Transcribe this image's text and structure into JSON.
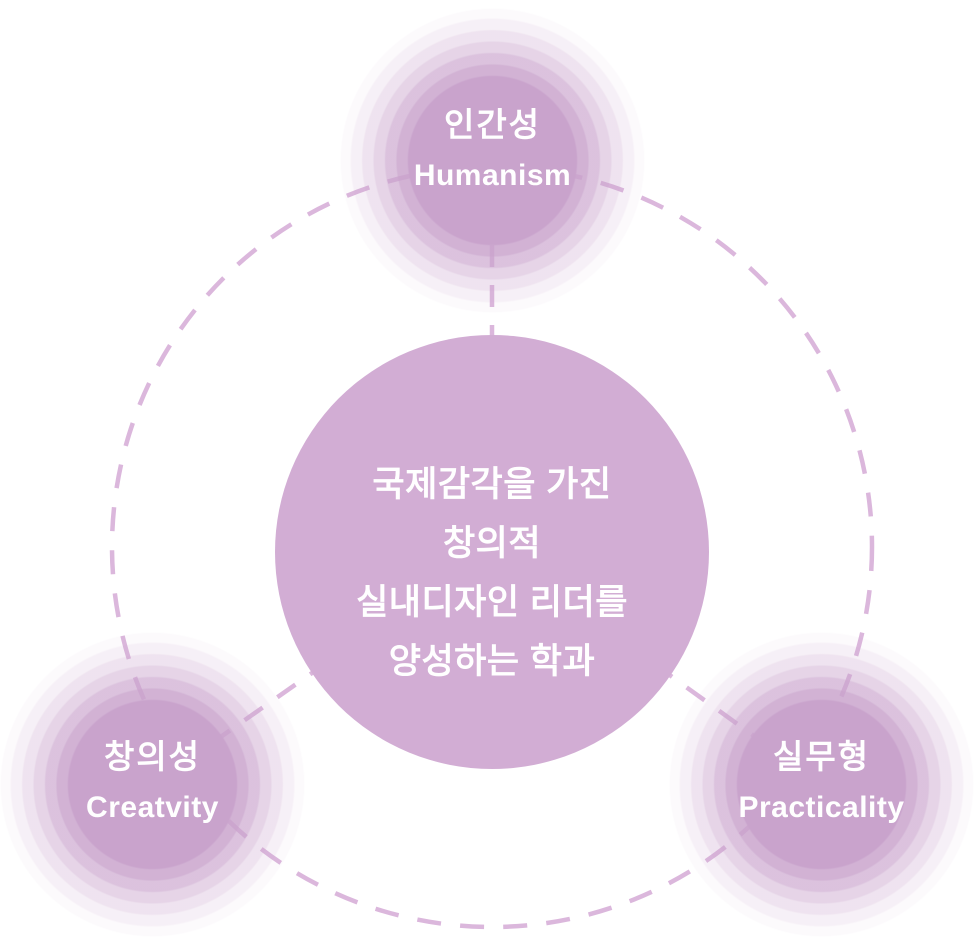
{
  "diagram": {
    "title_hint": "department core values diagram",
    "center": {
      "lines": [
        "국제감각을 가진",
        "창의적",
        "실내디자인 리더를",
        "양성하는 학과"
      ]
    },
    "nodes": [
      {
        "id": "humanism",
        "ko": "인간성",
        "en": "Humanism"
      },
      {
        "id": "creativity",
        "ko": "창의성",
        "en": "Creatvity"
      },
      {
        "id": "practicality",
        "ko": "실무형",
        "en": "Practicality"
      }
    ],
    "colors": {
      "center-fill": "#D2ADD4",
      "node-core": "#C9A3CC",
      "dash": "#DBB7DC",
      "text": "#FFFFFF",
      "background": "#FFFFFF"
    }
  }
}
